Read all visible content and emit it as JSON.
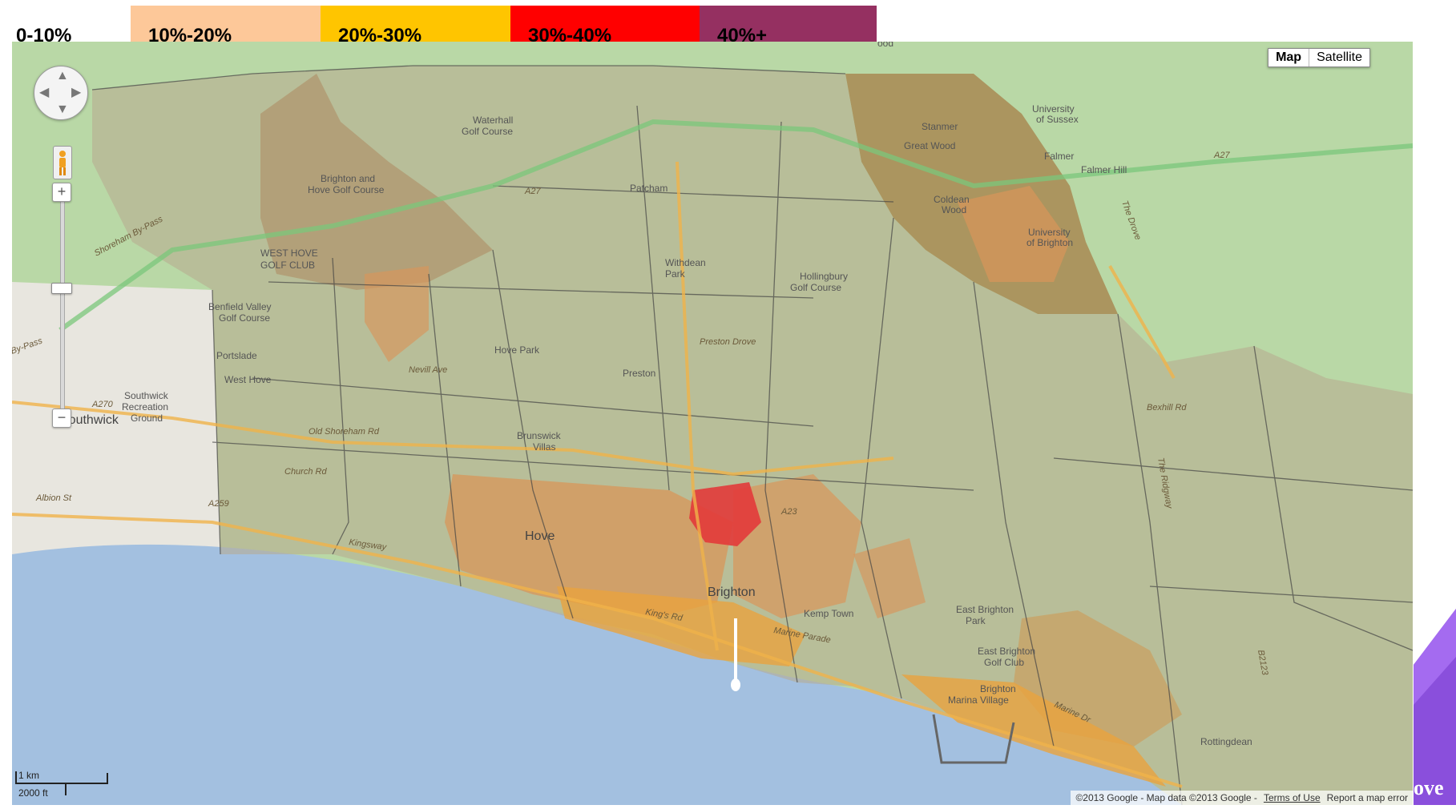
{
  "legend": {
    "items": [
      {
        "label": "0-10%",
        "color": "#ffffff"
      },
      {
        "label": "10%-20%",
        "color": "#fdc899"
      },
      {
        "label": "20%-30%",
        "color": "#ffc500"
      },
      {
        "label": "30%-40%",
        "color": "#ff0000"
      },
      {
        "label": "40%+",
        "color": "#953061"
      }
    ]
  },
  "controls": {
    "map_label": "Map",
    "satellite_label": "Satellite",
    "zoom_in": "+",
    "zoom_out": "−",
    "zoom_level_fraction": 0.44,
    "icons": {
      "pan": "pan-control-icon",
      "pegman": "street-view-pegman-icon"
    }
  },
  "scale": {
    "km": "1 km",
    "ft": "2000 ft"
  },
  "attribution": {
    "copyright": "©2013 Google - Map data ©2013 Google -",
    "terms": "Terms of Use",
    "report": "Report a map error"
  },
  "logo_fragment": "ove",
  "map_colors": {
    "sea": "#a3c0e0",
    "land": "#b9d8a6",
    "urban": "#e8e6df",
    "band_10_20_overlay": "#caa36f",
    "band_20_30_overlay": "#e8a23e",
    "band_30_40_overlay": "#e23a3a",
    "base_overlay": "#b8a98e",
    "golf_overlay": "#a88a52"
  },
  "places": {
    "waterhall": "Waterhall",
    "waterhall_2": "Golf Course",
    "brighton_hove_golf": "Brighton and",
    "brighton_hove_golf_2": "Hove Golf Course",
    "west_hove_golf": "WEST HOVE",
    "west_hove_golf_2": "GOLF CLUB",
    "patcham": "Patcham",
    "withdean": "Withdean",
    "withdean_2": "Park",
    "hollingbury": "Hollingbury",
    "hollingbury_2": "Golf Course",
    "stanmer": "Stanmer",
    "great_wood": "Great Wood",
    "coldean": "Coldean",
    "coldean_2": "Wood",
    "university_sussex": "University",
    "university_sussex_2": "of Sussex",
    "falmer": "Falmer",
    "falmer_hill": "Falmer Hill",
    "university_brighton": "University",
    "university_brighton_2": "of Brighton",
    "the_drove": "The Drove",
    "benfield": "Benfield Valley",
    "benfield_2": "Golf Course",
    "portslade": "Portslade",
    "west_hove": "West Hove",
    "hove_park": "Hove Park",
    "preston": "Preston",
    "preston_drove": "Preston Drove",
    "southwick_rec": "Southwick",
    "southwick_rec_2": "Recreation",
    "southwick_rec_3": "Ground",
    "southwick": "Southwick",
    "albion_st": "Albion St",
    "hove": "Hove",
    "brunswick": "Brunswick",
    "brunswick_2": "Villas",
    "brighton": "Brighton",
    "kemp_town": "Kemp Town",
    "east_brighton_park": "East Brighton",
    "east_brighton_park_2": "Park",
    "east_brighton_golf": "East Brighton",
    "east_brighton_golf_2": "Golf Club",
    "marina": "Brighton",
    "marina_2": "Marina Village",
    "rottingdean": "Rottingdean",
    "bexhill_rd": "Bexhill Rd",
    "the_ridgway": "The Ridgway",
    "marine_dr": "Marine Dr",
    "kings_rd": "King's Rd",
    "kingsway": "Kingsway",
    "old_shoreham": "Old Shoreham Rd",
    "nevill_ave": "Nevill Ave",
    "shoreham_bypass": "Shoreham By-Pass",
    "by_pass": "By-Pass",
    "church_rd": "Church Rd",
    "marine_parade": "Marine Parade",
    "a27": "A27",
    "a27_2": "A27",
    "a23": "A23",
    "a270": "A270",
    "a259": "A259",
    "b2123": "B2123",
    "cts_wood": "ood"
  }
}
